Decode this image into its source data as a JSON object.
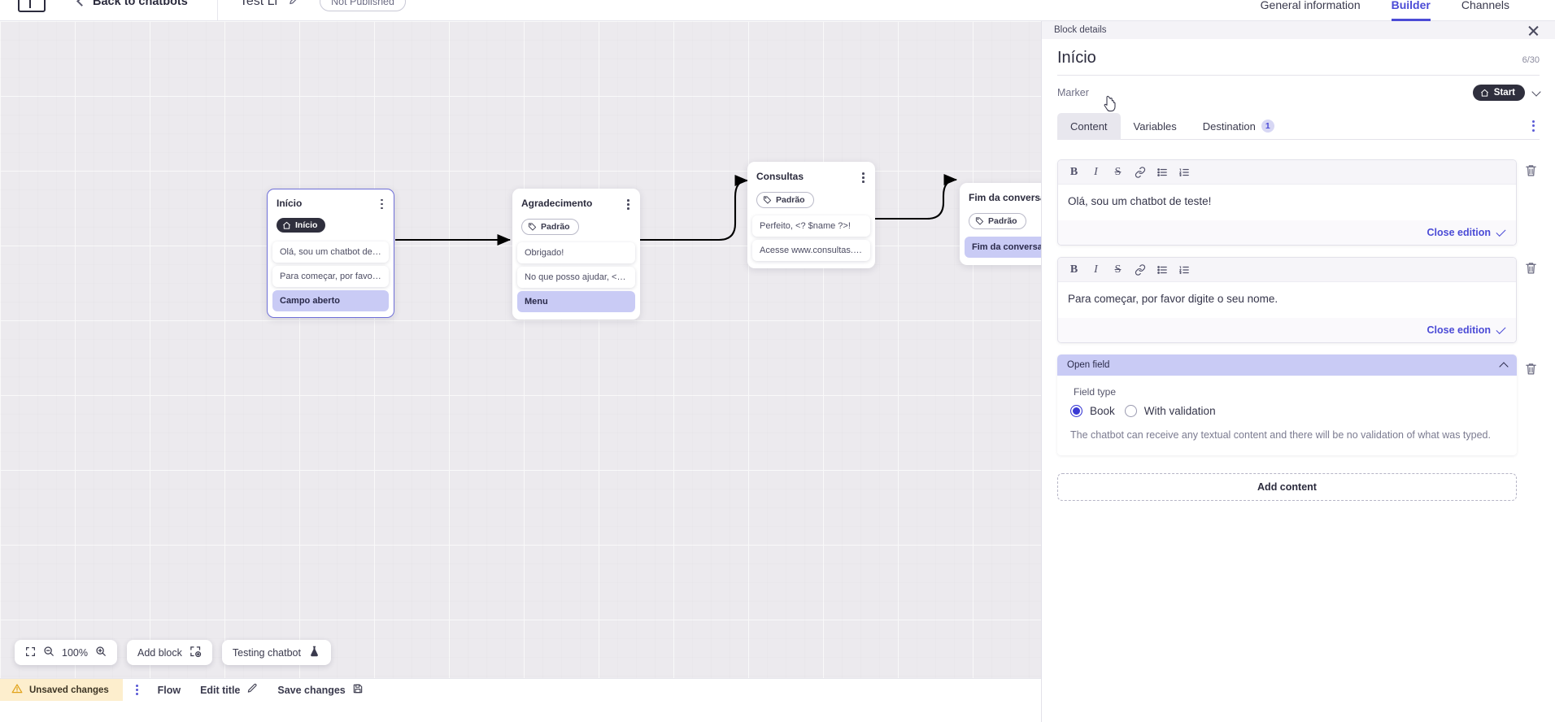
{
  "topbar": {
    "logo_icon": "app-logo-icon",
    "back_label": "Back to chatbots",
    "bot_name": "Test Li",
    "edit_icon": "pencil-icon",
    "publish_status": "Not Published",
    "tabs": [
      {
        "label": "General information",
        "active": false
      },
      {
        "label": "Builder",
        "active": true
      },
      {
        "label": "Channels",
        "active": false
      }
    ]
  },
  "canvas": {
    "nodes": [
      {
        "title": "Início",
        "tag": {
          "label": "Início",
          "type": "start",
          "icon": "home-icon"
        },
        "rows": [
          {
            "text": "Olá, sou um chatbot de teste!",
            "highlight": false
          },
          {
            "text": "Para começar, por favor digite o ...",
            "highlight": false
          },
          {
            "text": "Campo aberto",
            "highlight": true
          }
        ],
        "selected": true
      },
      {
        "title": "Agradecimento",
        "tag": {
          "label": "Padrão",
          "type": "default",
          "icon": "tag-icon"
        },
        "rows": [
          {
            "text": "Obrigado!",
            "highlight": false
          },
          {
            "text": "No que posso ajudar, <? $name ...",
            "highlight": false
          },
          {
            "text": "Menu",
            "highlight": true
          }
        ],
        "selected": false
      },
      {
        "title": "Consultas",
        "tag": {
          "label": "Padrão",
          "type": "default",
          "icon": "tag-icon"
        },
        "rows": [
          {
            "text": "Perfeito, <? $name ?>!",
            "highlight": false
          },
          {
            "text": "Acesse www.consultas.com par...",
            "highlight": false
          }
        ],
        "selected": false
      },
      {
        "title": "Fim da conversa",
        "tag": {
          "label": "Padrão",
          "type": "default",
          "icon": "tag-icon"
        },
        "rows": [
          {
            "text": "Fim da conversa",
            "highlight": true
          }
        ],
        "selected": false
      }
    ]
  },
  "floatbar": {
    "fit_icon": "fit-screen-icon",
    "zoom_out_icon": "zoom-out-icon",
    "zoom_level": "100%",
    "zoom_in_icon": "zoom-in-icon",
    "add_block_label": "Add block",
    "add_block_icon": "add-block-icon",
    "testing_label": "Testing chatbot",
    "testing_icon": "flask-icon"
  },
  "statusbar": {
    "unsaved_label": "Unsaved changes",
    "warning_icon": "warning-triangle-icon",
    "kebab_icon": "more-options-icon",
    "flow_label": "Flow",
    "edit_title_label": "Edit title",
    "edit_title_icon": "pencil-icon",
    "save_label": "Save changes",
    "save_icon": "save-disk-icon"
  },
  "panel": {
    "header_label": "Block details",
    "close_icon": "close-icon",
    "block_title": "Início",
    "char_counter": "6/30",
    "marker_label": "Marker",
    "marker_value": "Start",
    "marker_icon": "home-icon",
    "marker_chevron_icon": "chevron-down-icon",
    "tabs": [
      {
        "label": "Content",
        "active": true,
        "badge": null
      },
      {
        "label": "Variables",
        "active": false,
        "badge": null
      },
      {
        "label": "Destination",
        "active": false,
        "badge": "1"
      }
    ],
    "tabs_kebab_icon": "more-options-icon",
    "toolbar_icons": [
      "bold-icon",
      "italic-icon",
      "strikethrough-icon",
      "link-icon",
      "bullet-list-icon",
      "numbered-list-icon"
    ],
    "delete_icon": "trash-icon",
    "close_edition_label": "Close edition",
    "close_edition_icon": "check-icon",
    "editors": [
      {
        "text": "Olá, sou um chatbot de teste!"
      },
      {
        "text": "Para começar, por favor digite o seu nome."
      }
    ],
    "open_field": {
      "header": "Open field",
      "collapse_icon": "chevron-up-icon",
      "field_type_label": "Field type",
      "options": [
        {
          "label": "Book",
          "selected": true
        },
        {
          "label": "With validation",
          "selected": false
        }
      ],
      "help_text": "The chatbot can receive any textual content and there will be no validation of what was typed."
    },
    "add_content_label": "Add content"
  },
  "colors": {
    "accent": "#4b4bd6",
    "node_highlight": "#c9cbf5",
    "start_pill": "#2f2f3d",
    "unsaved_bg": "#fdeecd",
    "canvas_bg": "#eceaee"
  }
}
